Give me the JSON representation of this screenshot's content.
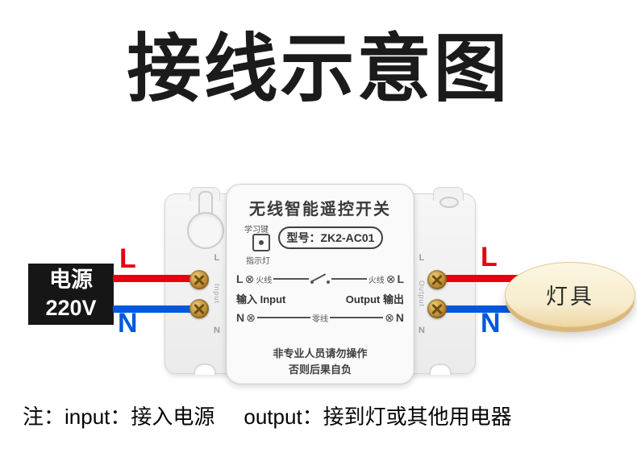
{
  "title": "接线示意图",
  "colors": {
    "live_wire": "#e60012",
    "neutral_wire": "#0058dd",
    "power_box_bg": "#161616",
    "lamp_fill": "#f7eccd",
    "lamp_rim": "#dcb878"
  },
  "power_supply": {
    "name": "电源",
    "voltage": "220V"
  },
  "wire_labels": {
    "input_live": "L",
    "input_neutral": "N",
    "output_live": "L",
    "output_neutral": "N"
  },
  "device": {
    "title": "无线智能遥控开关",
    "learn_key": "学习键",
    "indicator": "指示灯",
    "model": "型号：ZK2-AC01",
    "schematic": {
      "terminal_symbol": "⊗",
      "live_terminal_left": "L",
      "live_wire_left": "火线",
      "live_wire_right": "火线",
      "live_terminal_right": "L",
      "input_label": "输入 Input",
      "output_label": "Output 输出",
      "neutral_terminal_left": "N",
      "neutral_wire": "零线",
      "neutral_terminal_right": "N"
    },
    "edge_labels": {
      "left_live": "L",
      "left_port": "Input",
      "left_neutral": "N",
      "right_live": "L",
      "right_port": "Output",
      "right_neutral": "N"
    },
    "warning_line1": "非专业人员请勿操作",
    "warning_line2": "否则后果自负"
  },
  "lamp": {
    "label": "灯具"
  },
  "footer": {
    "note_input": "注：input：接入电源",
    "note_output": "output：接到灯或其他用电器"
  }
}
